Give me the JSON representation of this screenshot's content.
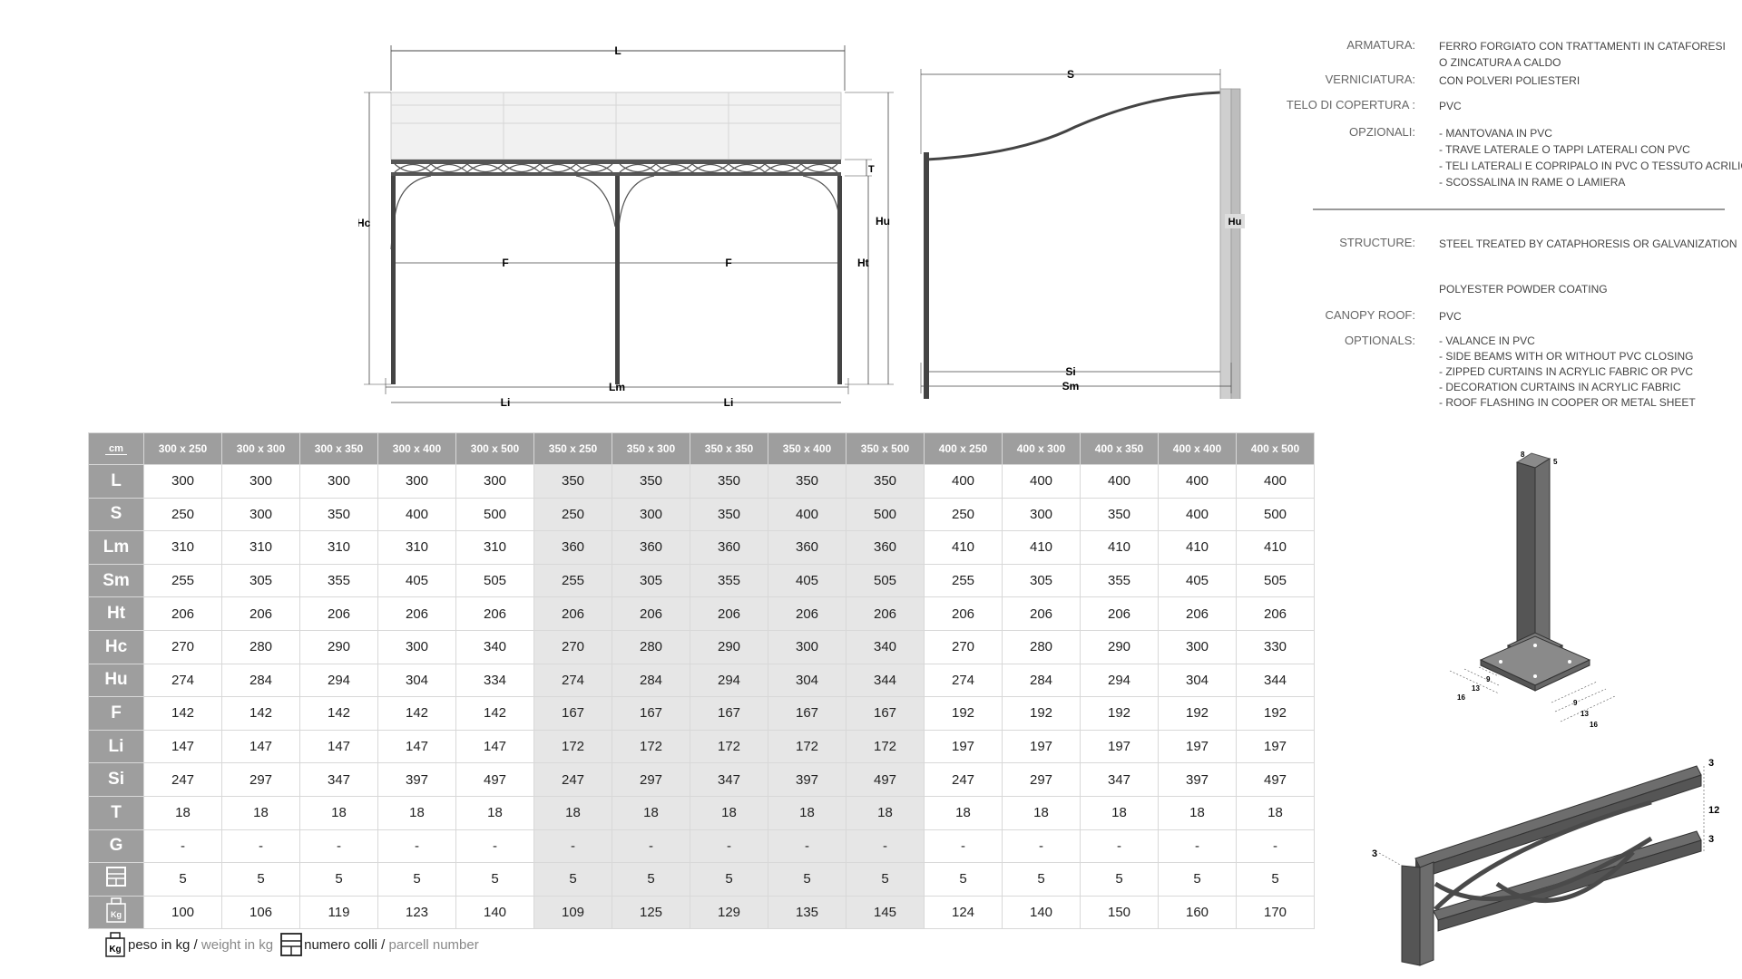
{
  "drawing_labels": {
    "L": "L",
    "S": "S",
    "Hc": "Hc",
    "Hu": "Hu",
    "Ht": "Ht",
    "T": "T",
    "F1": "F",
    "F2": "F",
    "Li1": "Li",
    "Li2": "Li",
    "Lm": "Lm",
    "Si": "Si",
    "Sm": "Sm",
    "Hu_side": "Hu"
  },
  "specs_it": [
    {
      "label": "ARMATURA:",
      "values": [
        "FERRO FORGIATO CON TRATTAMENTI IN CATAFORESI",
        "O ZINCATURA A CALDO"
      ]
    },
    {
      "label": "VERNICIATURA:",
      "values": [
        "CON POLVERI POLIESTERI"
      ]
    },
    {
      "label": "TELO DI COPERTURA :",
      "values": [
        "PVC"
      ]
    },
    {
      "label": "OPZIONALI:",
      "values": [
        "- MANTOVANA IN PVC",
        "- TRAVE LATERALE O TAPPI LATERALI CON PVC",
        "- TELI LATERALI E COPRIPALO IN PVC O TESSUTO ACRILICO",
        "- SCOSSALINA IN RAME O LAMIERA"
      ]
    }
  ],
  "specs_en": [
    {
      "label": "STRUCTURE:",
      "values": [
        "STEEL TREATED BY CATAPHORESIS OR GALVANIZATION"
      ]
    },
    {
      "label": "",
      "values": [
        "POLYESTER POWDER COATING"
      ]
    },
    {
      "label": "CANOPY ROOF:",
      "values": [
        "PVC"
      ]
    },
    {
      "label": "OPTIONALS:",
      "values": [
        "- VALANCE IN PVC",
        "- SIDE BEAMS WITH OR WITHOUT PVC CLOSING",
        "- ZIPPED CURTAINS IN ACRYLIC FABRIC OR PVC",
        "- DECORATION CURTAINS IN ACRYLIC FABRIC",
        "- ROOF FLASHING IN COOPER OR METAL SHEET"
      ]
    }
  ],
  "table": {
    "unit": "cm",
    "columns": [
      "300 x 250",
      "300 x 300",
      "300 x 350",
      "300 x 400",
      "300 x 500",
      "350 x 250",
      "350 x 300",
      "350 x 350",
      "350 x 400",
      "350 x 500",
      "400 x 250",
      "400 x 300",
      "400 x 350",
      "400 x 400",
      "400 x 500"
    ],
    "rows": [
      {
        "key": "L",
        "values": [
          "300",
          "300",
          "300",
          "300",
          "300",
          "350",
          "350",
          "350",
          "350",
          "350",
          "400",
          "400",
          "400",
          "400",
          "400"
        ]
      },
      {
        "key": "S",
        "values": [
          "250",
          "300",
          "350",
          "400",
          "500",
          "250",
          "300",
          "350",
          "400",
          "500",
          "250",
          "300",
          "350",
          "400",
          "500"
        ]
      },
      {
        "key": "Lm",
        "values": [
          "310",
          "310",
          "310",
          "310",
          "310",
          "360",
          "360",
          "360",
          "360",
          "360",
          "410",
          "410",
          "410",
          "410",
          "410"
        ]
      },
      {
        "key": "Sm",
        "values": [
          "255",
          "305",
          "355",
          "405",
          "505",
          "255",
          "305",
          "355",
          "405",
          "505",
          "255",
          "305",
          "355",
          "405",
          "505"
        ]
      },
      {
        "key": "Ht",
        "values": [
          "206",
          "206",
          "206",
          "206",
          "206",
          "206",
          "206",
          "206",
          "206",
          "206",
          "206",
          "206",
          "206",
          "206",
          "206"
        ]
      },
      {
        "key": "Hc",
        "values": [
          "270",
          "280",
          "290",
          "300",
          "340",
          "270",
          "280",
          "290",
          "300",
          "340",
          "270",
          "280",
          "290",
          "300",
          "330"
        ]
      },
      {
        "key": "Hu",
        "values": [
          "274",
          "284",
          "294",
          "304",
          "334",
          "274",
          "284",
          "294",
          "304",
          "344",
          "274",
          "284",
          "294",
          "304",
          "344"
        ]
      },
      {
        "key": "F",
        "values": [
          "142",
          "142",
          "142",
          "142",
          "142",
          "167",
          "167",
          "167",
          "167",
          "167",
          "192",
          "192",
          "192",
          "192",
          "192"
        ]
      },
      {
        "key": "Li",
        "values": [
          "147",
          "147",
          "147",
          "147",
          "147",
          "172",
          "172",
          "172",
          "172",
          "172",
          "197",
          "197",
          "197",
          "197",
          "197"
        ]
      },
      {
        "key": "Si",
        "values": [
          "247",
          "297",
          "347",
          "397",
          "497",
          "247",
          "297",
          "347",
          "397",
          "497",
          "247",
          "297",
          "347",
          "397",
          "497"
        ]
      },
      {
        "key": "T",
        "values": [
          "18",
          "18",
          "18",
          "18",
          "18",
          "18",
          "18",
          "18",
          "18",
          "18",
          "18",
          "18",
          "18",
          "18",
          "18"
        ]
      },
      {
        "key": "G",
        "values": [
          "-",
          "-",
          "-",
          "-",
          "-",
          "-",
          "-",
          "-",
          "-",
          "-",
          "-",
          "-",
          "-",
          "-",
          "-"
        ]
      },
      {
        "key": "parcels-icon",
        "values": [
          "5",
          "5",
          "5",
          "5",
          "5",
          "5",
          "5",
          "5",
          "5",
          "5",
          "5",
          "5",
          "5",
          "5",
          "5"
        ]
      },
      {
        "key": "weight-icon",
        "values": [
          "100",
          "106",
          "119",
          "123",
          "140",
          "109",
          "125",
          "129",
          "135",
          "145",
          "124",
          "140",
          "150",
          "160",
          "170"
        ]
      }
    ]
  },
  "legend": {
    "weight_it": "peso in kg",
    "weight_sep": " / ",
    "weight_en": "weight in kg",
    "parcels_it": "numero colli",
    "parcels_sep": " / ",
    "parcels_en": "parcell number",
    "kg_glyph": "Kg"
  },
  "post_detail": {
    "top_a": "8",
    "top_b": "5",
    "base_l": [
      "16",
      "13",
      "9"
    ],
    "base_r": [
      "9",
      "13",
      "16"
    ]
  },
  "beam_detail": {
    "d_top": "3",
    "d_mid": "12",
    "d_bot": "3",
    "d_left": "3"
  }
}
